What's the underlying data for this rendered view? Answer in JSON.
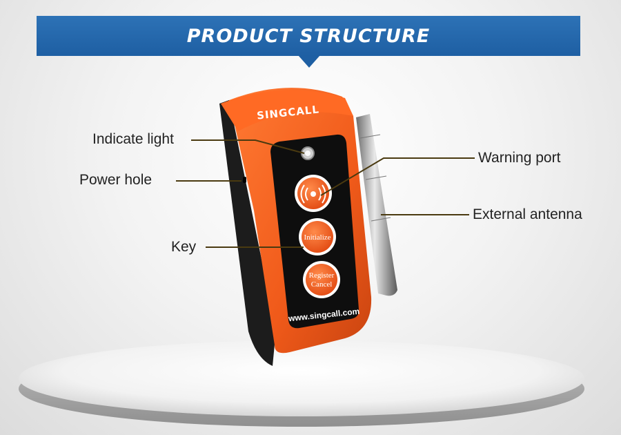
{
  "banner": {
    "title": "PRODUCT STRUCTURE"
  },
  "device": {
    "brand": "SINGCALL",
    "website": "www.singcall.com",
    "keys": {
      "initialize": "Initialize",
      "register_line1": "Register",
      "register_line2": "Cancel"
    }
  },
  "callouts": {
    "indicate_light": "Indicate light",
    "power_hole": "Power hole",
    "key": "Key",
    "warning_port": "Warning port",
    "external_antenna": "External antenna"
  },
  "colors": {
    "banner": "#1e5fa3",
    "device_body": "#f05a1a",
    "face_plate": "#0e0e0e",
    "leader_line": "#4a3a10"
  }
}
